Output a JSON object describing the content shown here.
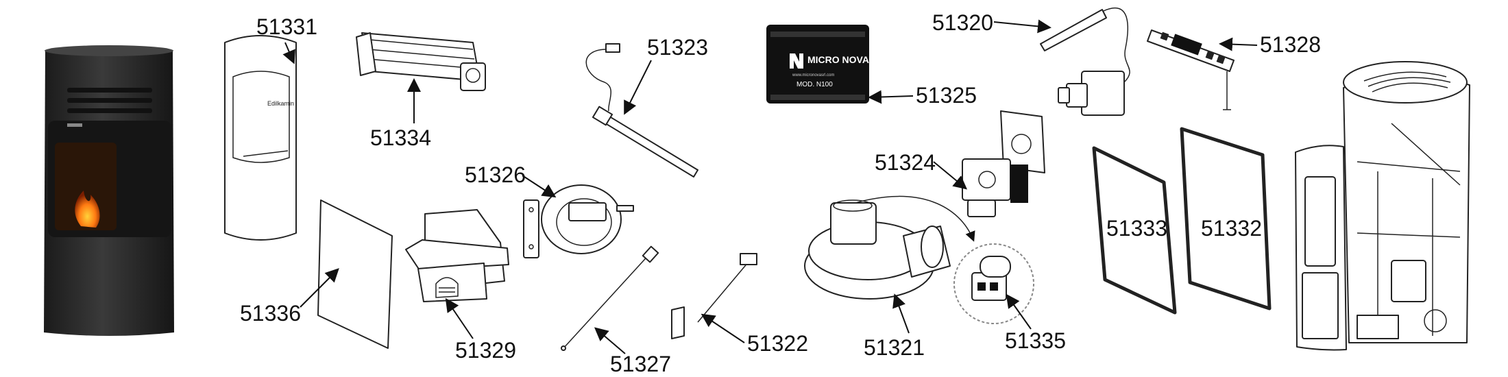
{
  "parts": [
    {
      "id": "stove_photo",
      "label": ""
    },
    {
      "id": "front_panel",
      "label": "51331",
      "brand": "Edilkamin"
    },
    {
      "id": "tangential_fan",
      "label": "51334"
    },
    {
      "id": "igniter",
      "label": "51323"
    },
    {
      "id": "motherboard",
      "label": "51325",
      "board_brand": "MICRO NOVA",
      "board_model": "MOD. N100",
      "board_url": "www.micronovasrl.com"
    },
    {
      "id": "ambient_probe",
      "label": "51320"
    },
    {
      "id": "control_panel",
      "label": "51328"
    },
    {
      "id": "gear_motor",
      "label": "51324"
    },
    {
      "id": "pressure_switch",
      "label": "51326"
    },
    {
      "id": "side_panel",
      "label": "51336"
    },
    {
      "id": "burn_pot",
      "label": "51329"
    },
    {
      "id": "smoke_probe",
      "label": "51327"
    },
    {
      "id": "thermostat_sensor",
      "label": "51322"
    },
    {
      "id": "smoke_fan",
      "label": "51321"
    },
    {
      "id": "fan_connector_detail",
      "label": "51335"
    },
    {
      "id": "door_gasket",
      "label": "51333"
    },
    {
      "id": "glass_gasket",
      "label": "51332"
    },
    {
      "id": "stove_exploded",
      "label": ""
    }
  ],
  "colors": {
    "stove_body": "#2b2b2b",
    "board": "#111111",
    "line": "#222222"
  }
}
